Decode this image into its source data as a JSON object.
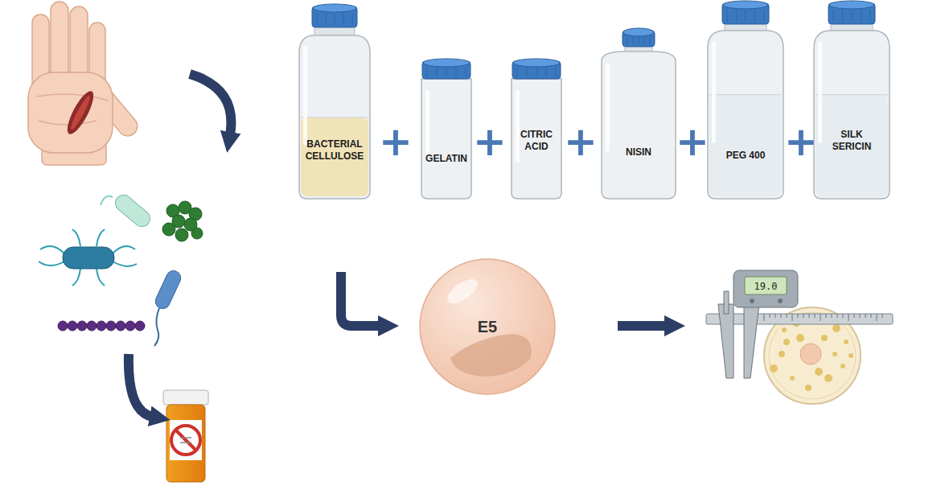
{
  "diagram": {
    "nodes": [
      {
        "text": [
          "BACTERIAL CELLULOSE"
        ]
      },
      {
        "text": [
          "GELATIN"
        ]
      },
      {
        "text": [
          "CITRIC ACID"
        ]
      },
      {
        "text": [
          "NISIN"
        ]
      },
      {
        "text": [
          "PEG 400"
        ]
      },
      {
        "text": [
          "SILK SERICIN"
        ]
      },
      {
        "text": [
          "E5"
        ]
      }
    ],
    "labels": [
      "+",
      "+",
      "+",
      "+",
      "+",
      "19.0"
    ]
  }
}
